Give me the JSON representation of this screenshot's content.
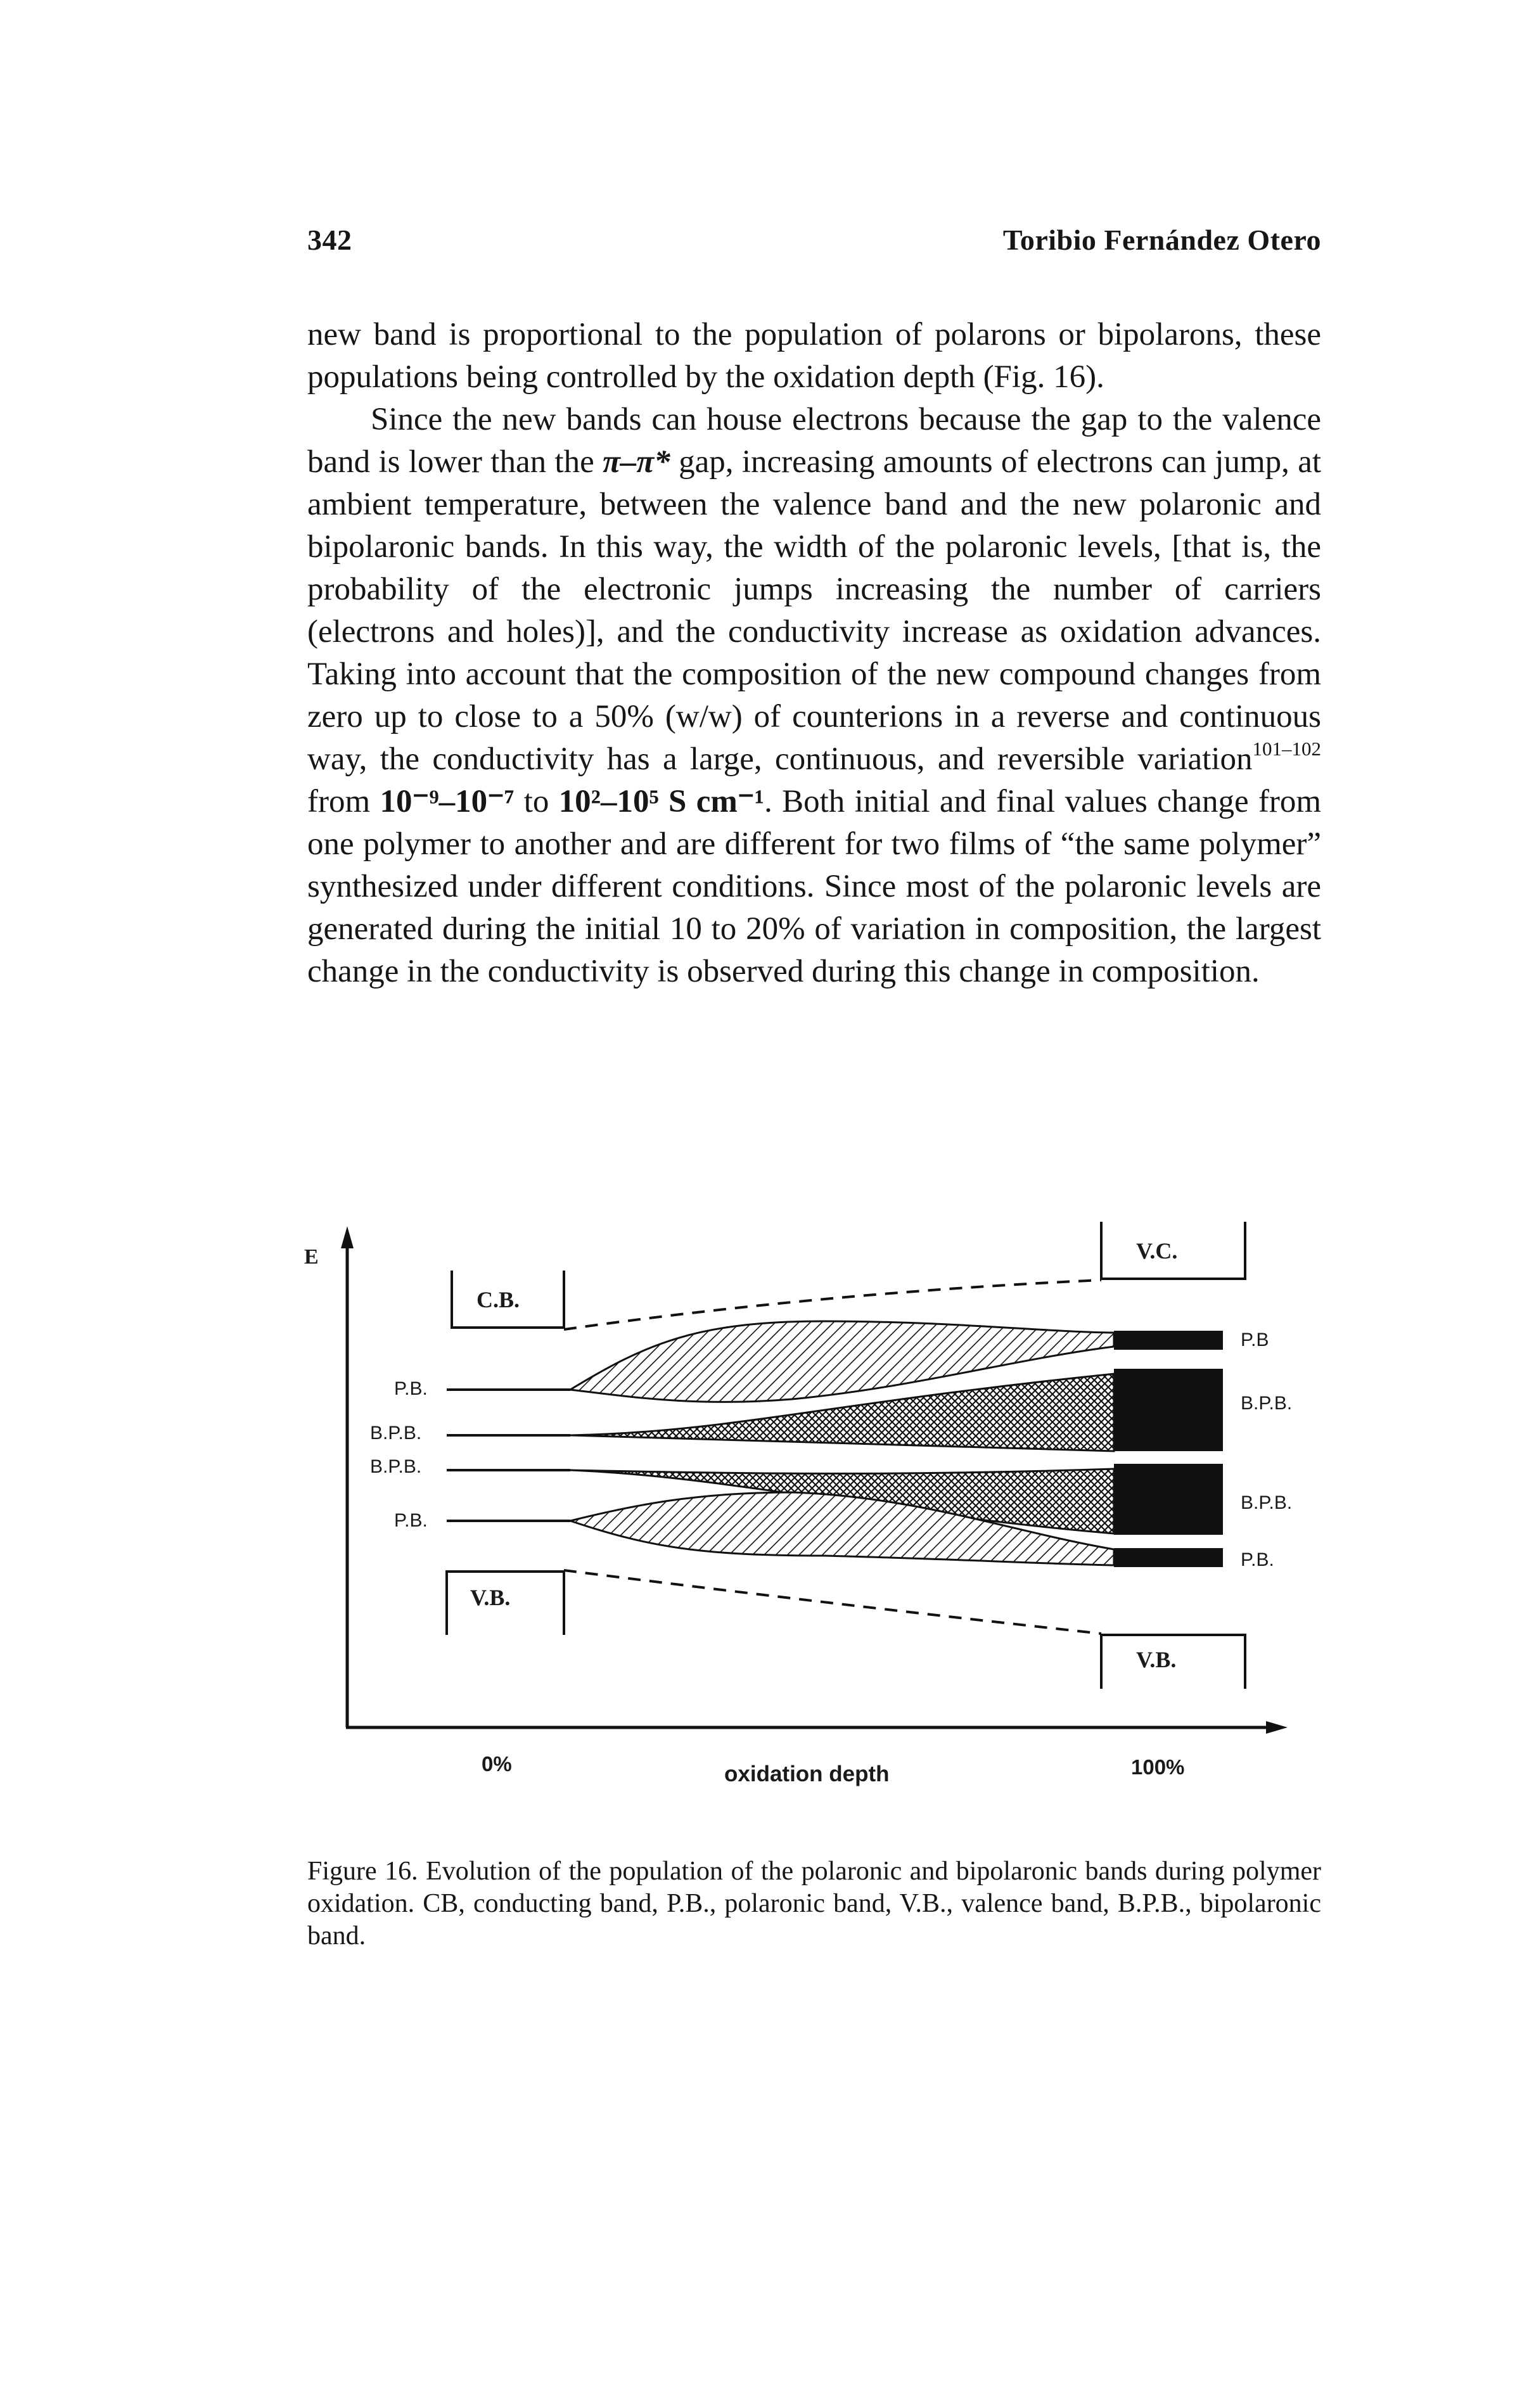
{
  "header": {
    "page_number": "342",
    "running_head": "Toribio Fernández Otero"
  },
  "body": {
    "p1": "new band is proportional to the population of polarons or bipolarons, these populations being controlled by the oxidation depth (Fig. 16).",
    "p2_before_gap": "Since the new bands can house electrons because the gap to the valence band is lower than the",
    "p2_pi_expr": "π–π*",
    "p2_after_gap": "gap, increasing amounts of electrons can jump, at ambient temperature, between the valence band and the new polaronic and bipolaronic bands. In this way, the width of the polaronic levels, [that is, the probability of the electronic jumps increasing the number of carriers (electrons and holes)], and the conductivity increase as oxidation advances. Taking into account that the composition of the new compound changes from zero up to close to a 50% (w/w) of counterions in a reverse and continuous way, the conductivity has a large, continuous, and reversible variation",
    "p2_refs": "101–102",
    "p2_range_intro": "from",
    "p2_range_low": "10⁻⁹–10⁻⁷",
    "p2_to": "to",
    "p2_range_high": "10²–10⁵ S cm⁻¹",
    "p2_after_range": ". Both initial and final values change from one polymer to another and are different for two films of “the same polymer” synthesized under different conditions. Since most of the polaronic levels are generated during the initial 10 to 20% of variation in composition, the largest change in the conductivity is observed during this change in composition."
  },
  "figure": {
    "axis_y_label": "E",
    "axis_x_left": "0%",
    "axis_x_title": "oxidation depth",
    "axis_x_right": "100%",
    "cb_label": "C.B.",
    "vc_label": "V.C.",
    "vb_left_label": "V.B.",
    "vb_right_label": "V.B.",
    "left_labels": [
      "P.B.",
      "B.P.B.",
      "B.P.B.",
      "P.B."
    ],
    "right_labels": [
      "P.B",
      "B.P.B.",
      "B.P.B.",
      "P.B."
    ]
  },
  "caption": "Figure 16. Evolution of the population of the polaronic and bipolaronic bands during polymer oxidation. CB, conducting band, P.B., polaronic band, V.B., valence band, B.P.B., bipolaronic band."
}
